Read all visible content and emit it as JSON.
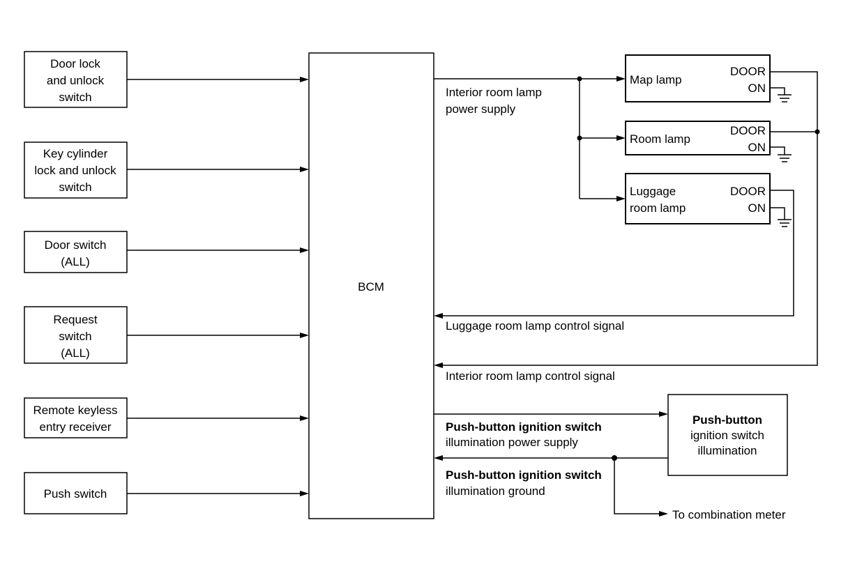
{
  "inputs": {
    "door_lock_switch": [
      "Door lock",
      "and unlock",
      "switch"
    ],
    "key_cylinder_switch": [
      "Key cylinder",
      "lock and unlock",
      "switch"
    ],
    "door_switch": [
      "Door switch",
      "(ALL)"
    ],
    "request_switch": [
      "Request",
      "switch",
      "(ALL)"
    ],
    "remote_keyless_receiver": [
      "Remote keyless",
      "entry receiver"
    ],
    "push_switch": [
      "Push switch"
    ]
  },
  "bcm": {
    "label": "BCM"
  },
  "lamps": {
    "map_lamp": {
      "label": [
        "Map lamp"
      ],
      "door": "DOOR",
      "on": "ON"
    },
    "room_lamp": {
      "label": [
        "Room lamp"
      ],
      "door": "DOOR",
      "on": "ON"
    },
    "luggage_room_lamp": {
      "label": [
        "Luggage",
        "room lamp"
      ],
      "door": "DOOR",
      "on": "ON"
    }
  },
  "push_button_illumination": {
    "label": [
      "Push-button",
      "ignition switch",
      "illumination"
    ]
  },
  "signals": {
    "interior_room_lamp_power_supply": [
      "Interior room lamp",
      "power supply"
    ],
    "luggage_room_lamp_control_signal": [
      "Luggage room lamp control signal"
    ],
    "interior_room_lamp_control_signal": [
      "Interior room lamp control signal"
    ],
    "illumination_power_supply": [
      "Push-button ignition switch",
      "illumination power supply"
    ],
    "illumination_ground": [
      "Push-button ignition switch",
      "illumination ground"
    ],
    "to_combination_meter": [
      "To combination meter"
    ]
  }
}
